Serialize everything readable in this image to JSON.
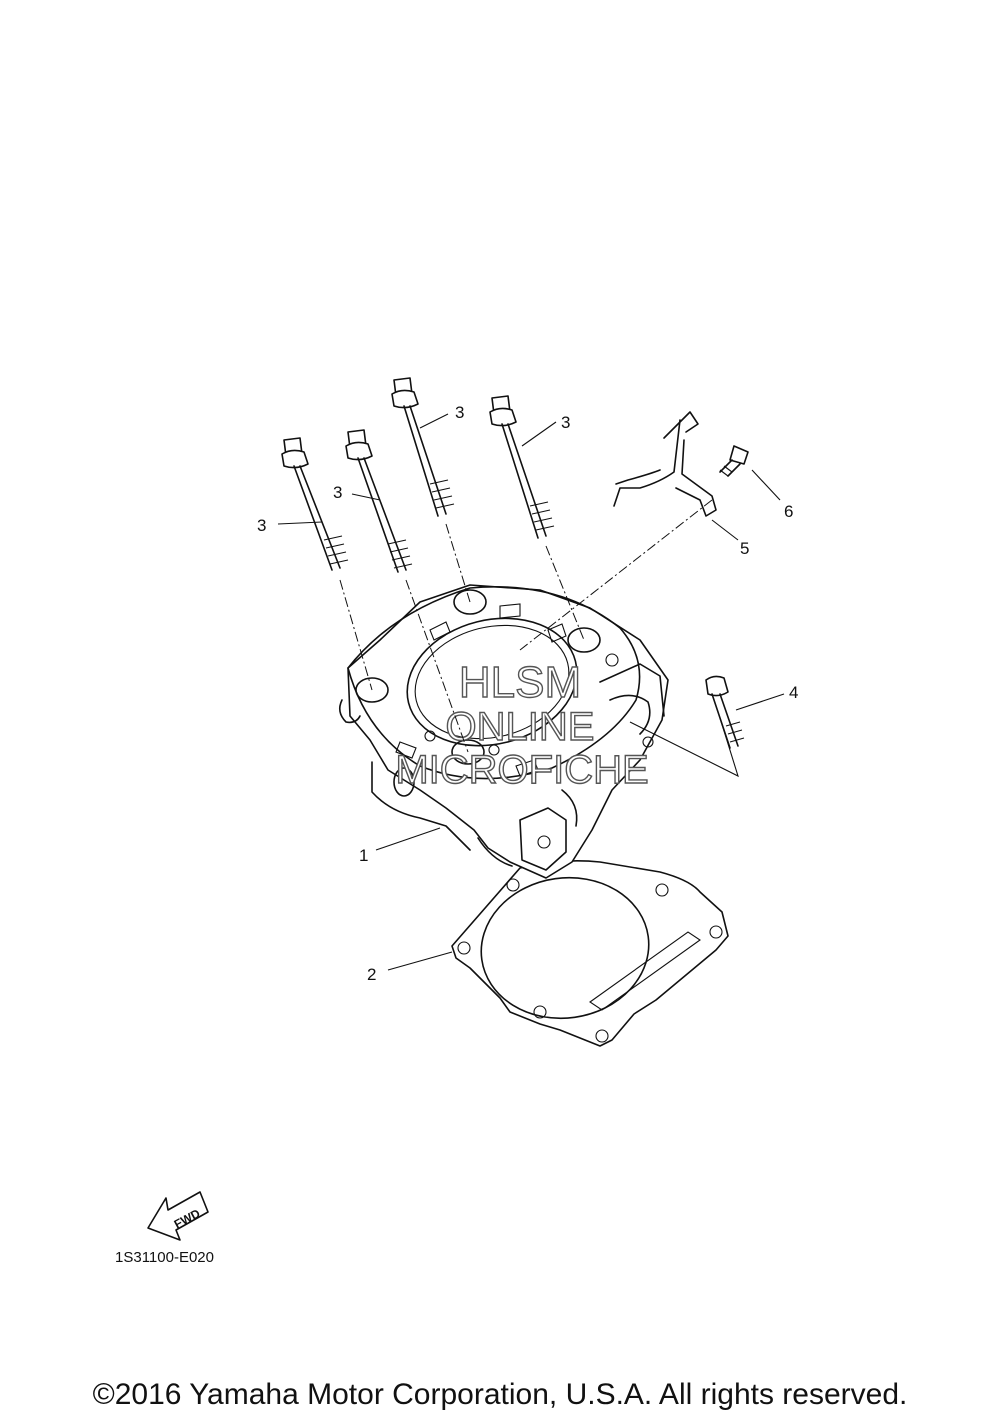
{
  "callouts": {
    "c1": "1",
    "c2": "2",
    "c3a": "3",
    "c3b": "3",
    "c3c": "3",
    "c3d": "3",
    "c4": "4",
    "c5": "5",
    "c6": "6"
  },
  "diagram_code": "1S31100-E020",
  "fwd_label": "FWD",
  "watermark": {
    "line1": "HLSM",
    "line2": "ONLINE",
    "line3": "MICROFICHE"
  },
  "copyright": "©2016 Yamaha Motor Corporation, U.S.A. All rights reserved."
}
